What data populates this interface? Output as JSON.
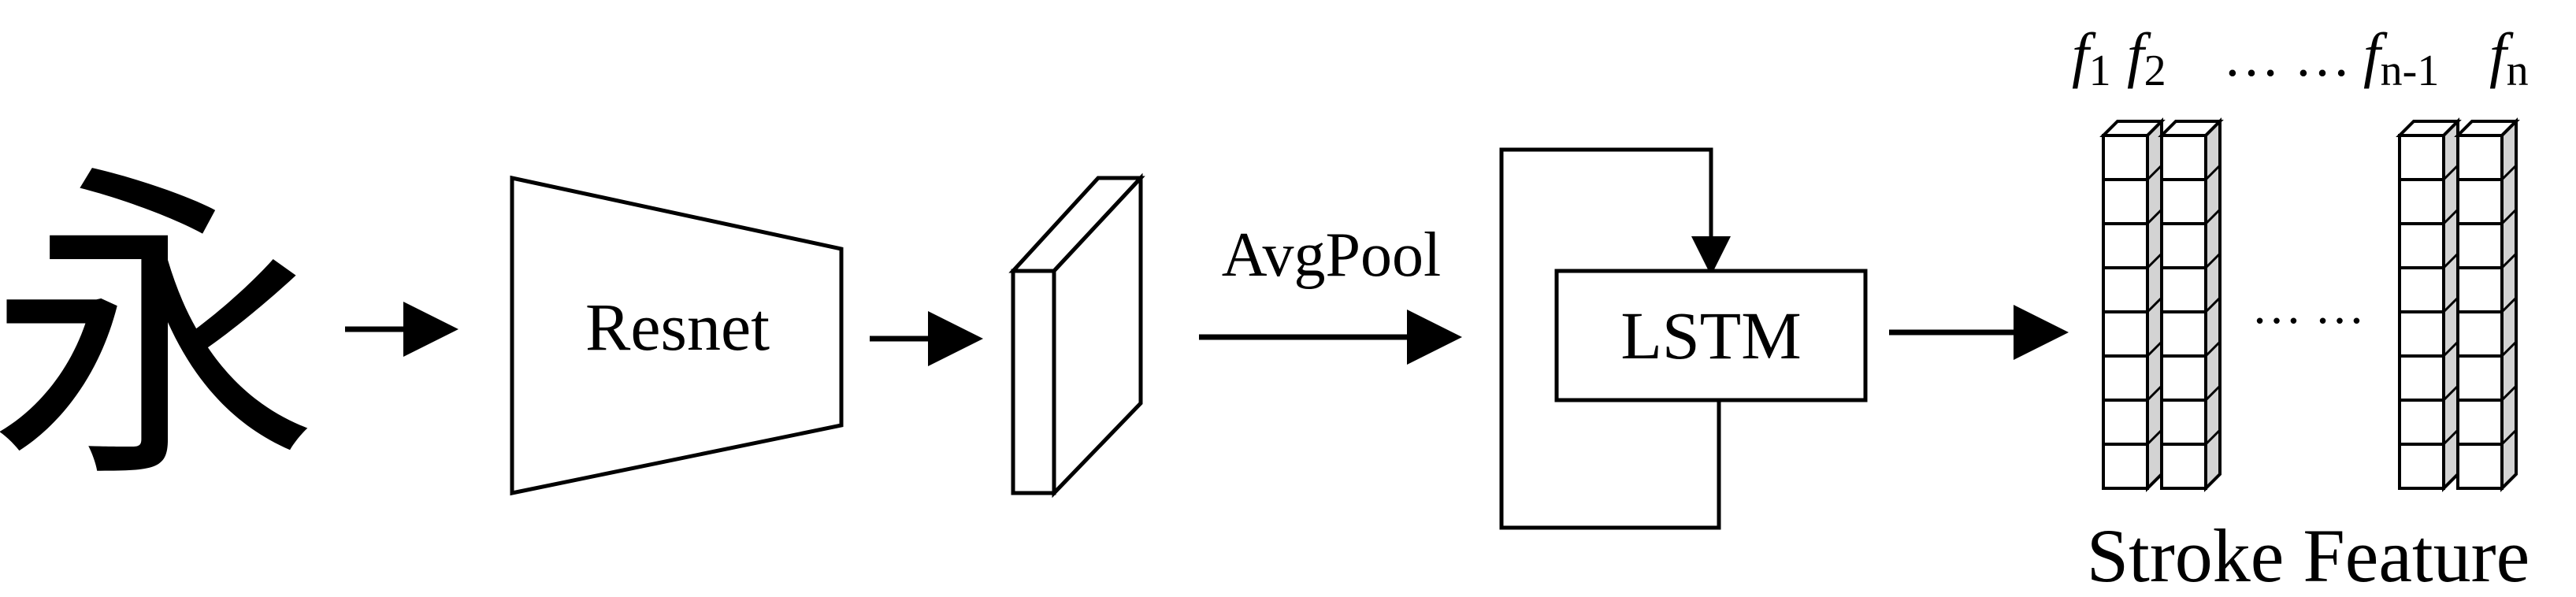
{
  "input": {
    "character": "永"
  },
  "blocks": {
    "encoder": "Resnet",
    "pool": "AvgPool",
    "recurrent": "LSTM"
  },
  "features": {
    "f1": {
      "base": "f",
      "sub": "1"
    },
    "f2": {
      "base": "f",
      "sub": "2"
    },
    "mid_dots": "… …",
    "fn1": {
      "base": "f",
      "sub": "n-1"
    },
    "fn": {
      "base": "f",
      "sub": "n"
    },
    "gap_dots": "… …",
    "caption": "Stroke Feature",
    "cells_per_column": 8
  },
  "colors": {
    "stroke": "#000000",
    "cube_top": "#ffffff",
    "cube_side": "#d3d3d3"
  }
}
